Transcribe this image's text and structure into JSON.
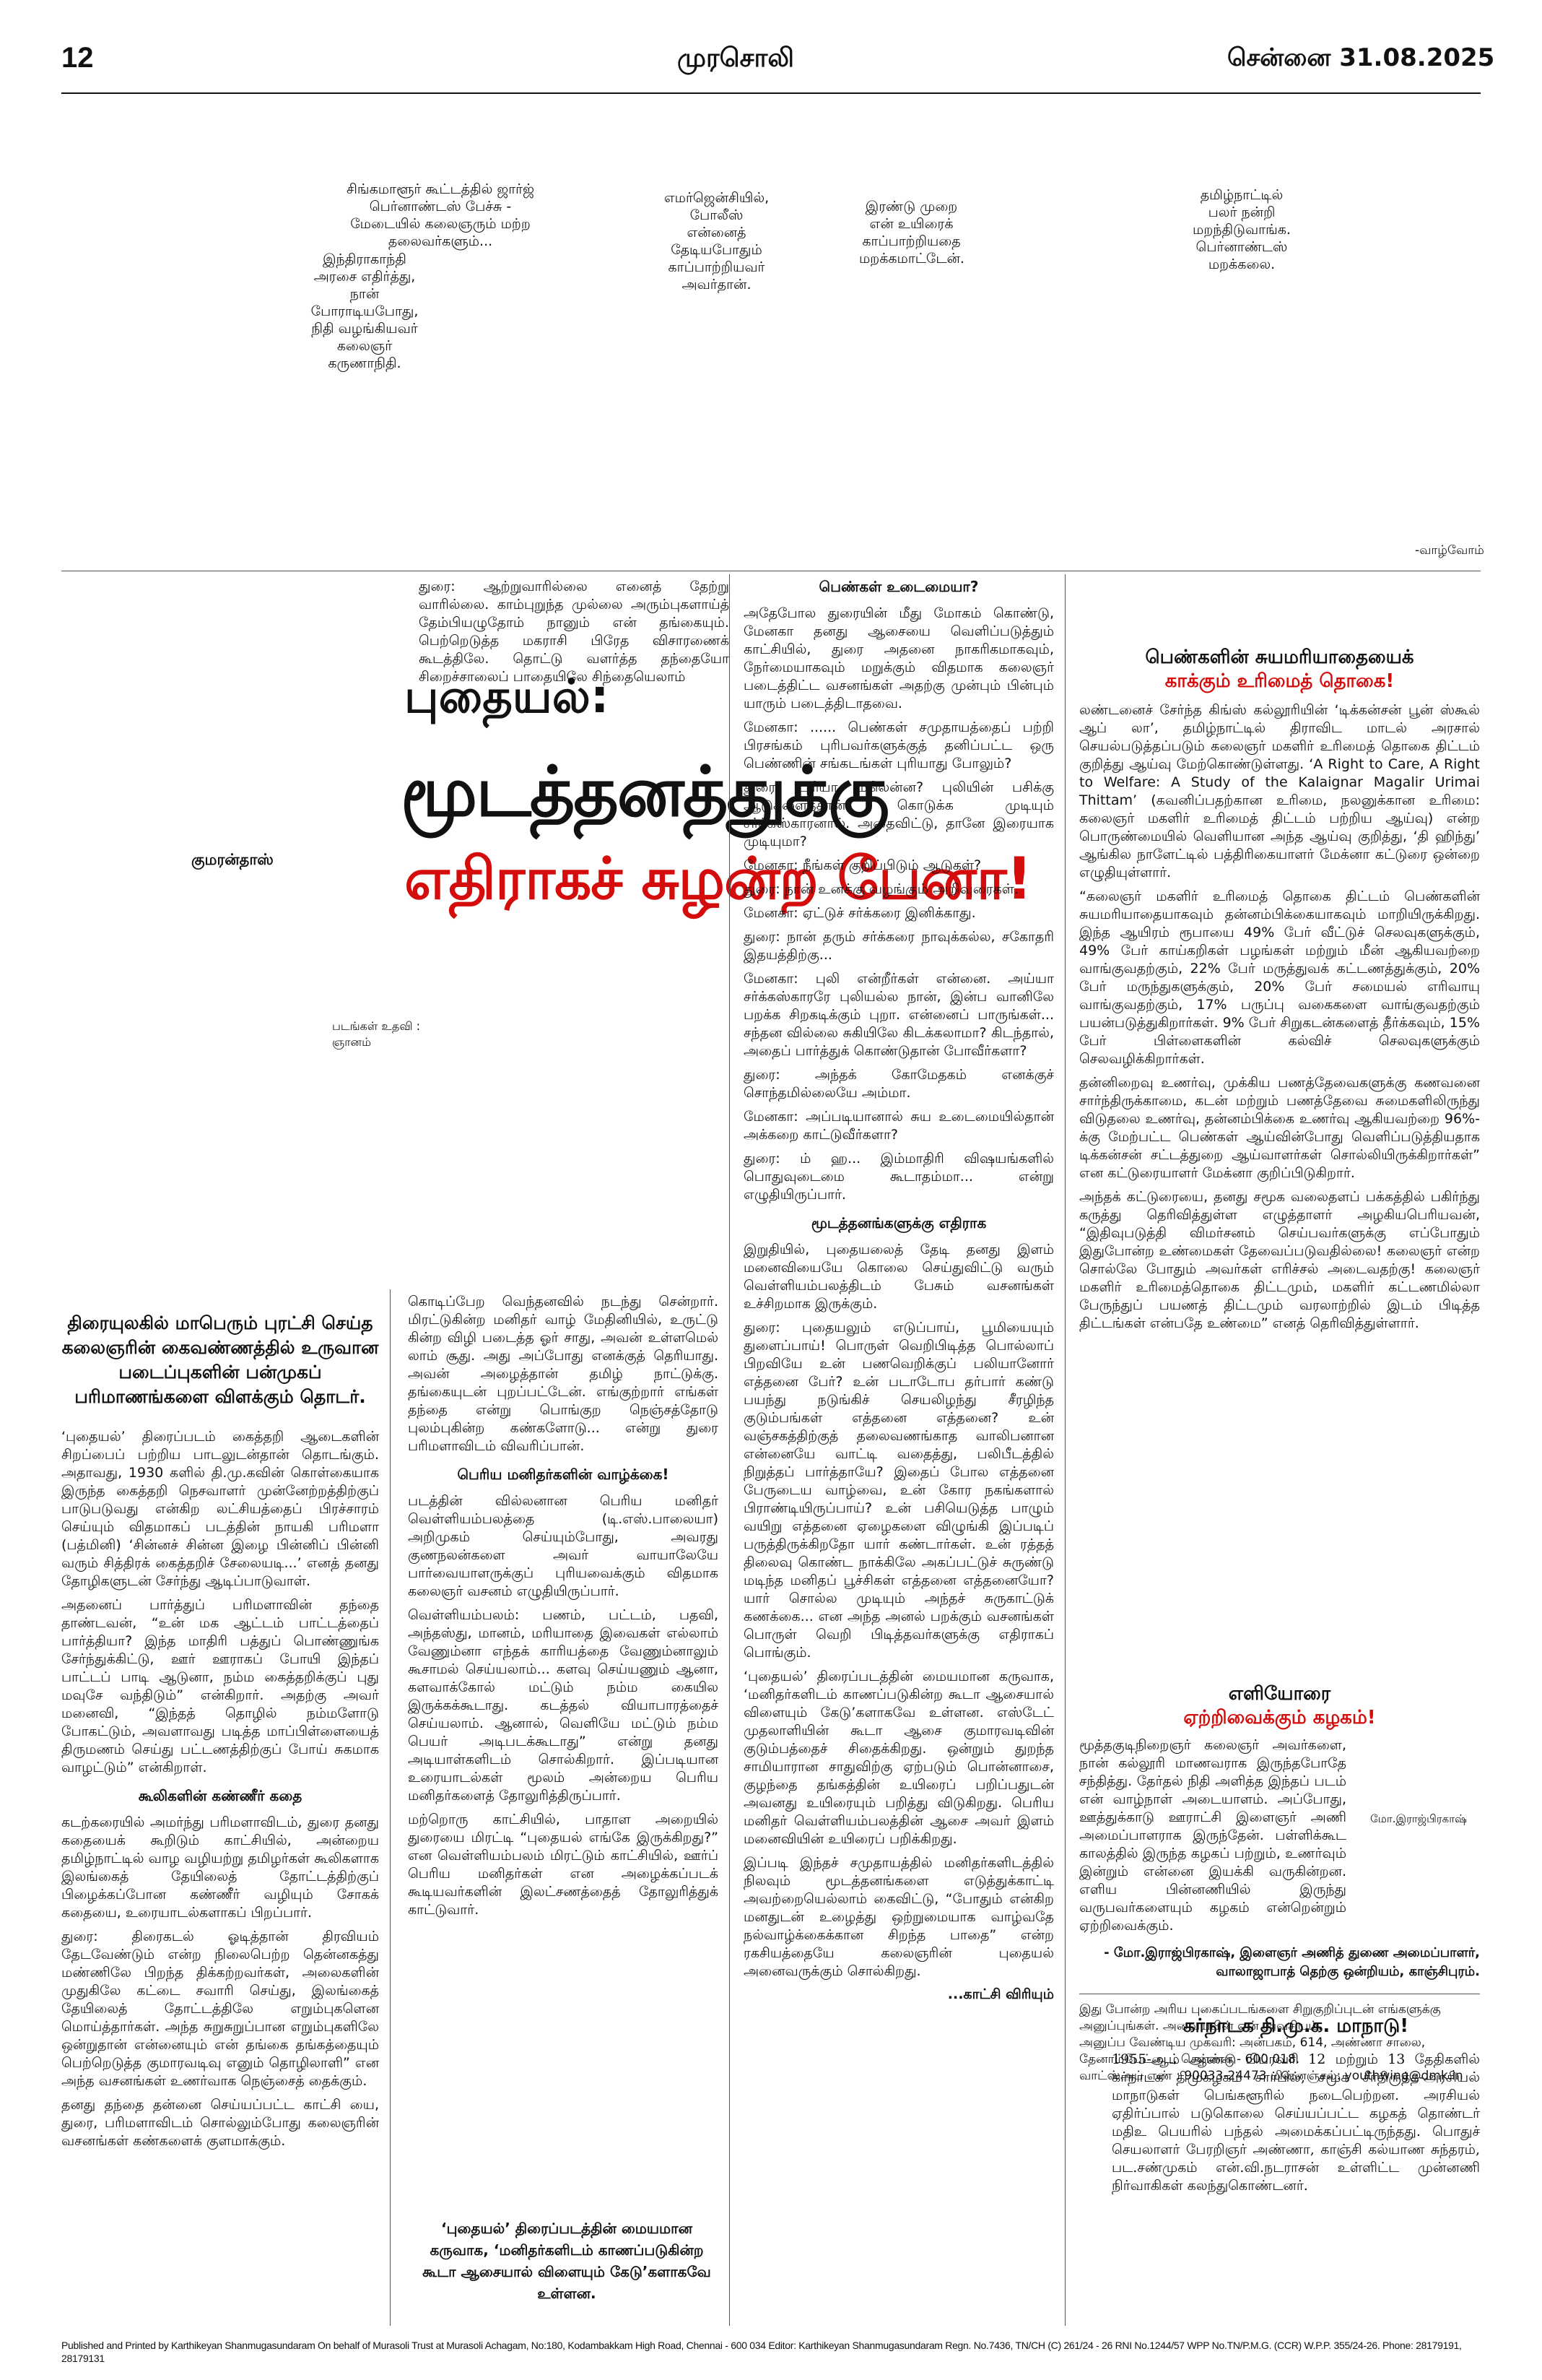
{
  "header": {
    "page": "12",
    "name": "முரசொலி",
    "date": "சென்னை 31.08.2025"
  },
  "top_captions": [
    "சிங்கமாளூர் கூட்டத்தில் ஜார்ஜ் பெர்னாண்டஸ் பேச்சு - மேடையில் கலைஞரும் மற்ற தலைவர்களும்...",
    "இந்திராகாந்தி அரசை எதிர்த்து, நான் போராடியபோது, நிதி வழங்கியவர் கலைஞர் கருணாநிதி.",
    "எமர்ஜென்சியில், போலீஸ் என்னைத் தேடியபோதும் காப்பாற்றியவர் அவர்தான்.",
    "இரண்டு முறை என் உயிரைக் காப்பாற்றியதை மறக்கமாட்டேன்.",
    "தமிழ்நாட்டில் பலர் நன்றி மறந்திடுவாங்க. பெர்னாண்டஸ் மறக்கலை."
  ],
  "vazhvom": "-வாழ்வோம்",
  "feature": {
    "intro": "துரை: ஆற்றுவாரில்லை எனைத் தேற்று வாரில்லை. காம்புறுந்த முல்லை அரும்புகளாய்த் தேம்பியழுதோம் நானும் என் தங்கையும். பெற்றெடுத்த மகராசி பிரேத விசாரணைக் கூடத்திலே. தொட்டு வளர்த்த தந்தையோ சிறைச்சாலைப் பாதையிலே சிந்தையெலாம்",
    "title_line1": "புதையல்:",
    "title_line2": "மூடத்தனத்துக்கு",
    "title_line3": "எதிராகச் சுழன்ற பேனா!",
    "author": "குமரன்தாஸ்",
    "photo_credit": "படங்கள் உதவி : ஞானம்"
  },
  "col_a": {
    "lead": "திரையுலகில் மாபெரும் புரட்சி செய்த கலைஞரின் கைவண்ணத்தில் உருவான படைப்புகளின் பன்முகப் பரிமாணங்களை விளக்கும் தொடர்.",
    "p1": "‘புதையல்’ திரைப்படம் கைத்தறி ஆடைகளின் சிறப்பைப் பற்றிய பாடலுடன்தான் தொடங்கும். அதாவது, 1930 களில் தி.மு.கவின் கொள்கையாக இருந்த கைத்தறி நெசவாளர் முன்னேற்றத்திற்குப் பாடுபடுவது என்கிற லட்சியத்தைப் பிரச்சாரம் செய்யும் விதமாகப் படத்தின் நாயகி பரிமளா (பத்மினி) ‘சின்னச் சின்ன இழை பின்னிப் பின்னி வரும் சித்திரக் கைத்தறிச் சேலையடி...’ எனத் தனது தோழிகளுடன் சேர்ந்து ஆடிப்பாடுவாள்.",
    "p2": "அதனைப் பார்த்துப் பரிமளாவின் தந்தை தாண்டவன், “உன் மக ஆட்டம் பாட்டத்தைப் பார்த்தியா? இந்த மாதிரி பத்துப் பொண்ணுங்க சேர்ந்துக்கிட்டு, ஊர் ஊராகப் போயி இந்தப் பாட்டப் பாடி ஆடுனா, நம்ம கைத்தறிக்குப் புது மவுசே வந்திடும்” என்கிறார். அதற்கு அவர் மனைவி, “இந்தத் தொழில் நம்மளோடு போகட்டும், அவளாவது படித்த மாப்பிள்ளையைத் திருமணம் செய்து பட்டணத்திற்குப் போய் சுகமாக வாழட்டும்” என்கிறாள்.",
    "sub1": "கூலிகளின் கண்ணீர் கதை",
    "p3": "கடற்கரையில் அமர்ந்து பரிமளாவிடம், துரை தனது கதையைக் கூறிடும் காட்சியில், அன்றைய தமிழ்நாட்டில் வாழ வழியற்று தமிழர்கள் கூலிகளாக இலங்கைத் தேயிலைத் தோட்டத்திற்குப் பிழைக்கப்போன கண்ணீர் வழியும் சோகக் கதையை, உரையாடல்களாகப் பிறப்பார்.",
    "p4": "துரை: திரைகடல் ஓடித்தான் திரவியம் தேடவேண்டும் என்ற நிலைபெற்ற தென்னகத்து மண்ணிலே பிறந்த திக்கற்றவர்கள், அலைகளின் முதுகிலே கட்டை சவாரி செய்து, இலங்கைத் தேயிலைத் தோட்டத்திலே எறும்புகளென மொய்த்தார்கள். அந்த சுறுசுறுப்பான எறும்புகளிலே ஒன்றுதான் என்னையும் என் தங்கை தங்கத்தையும் பெற்றெடுத்த குமாரவடிவு எனும் தொழிலாளி” என அந்த வசனங்கள் உணர்வாக நெஞ்சைத் தைக்கும்.",
    "p5": "தனது தந்தை தன்னை செய்யப்பட்ட காட்சி யை, துரை, பரிமளாவிடம் சொல்லும்போது கலைஞரின் வசனங்கள் கண்களைக் குளமாக்கும்."
  },
  "col_b": {
    "p1": "கொடிப்பேற வெந்தனவில் நடந்து சென்றார். மிரட்டுகின்ற மனிதர் வாழ் மேதினியில், உருட்டு கின்ற விழி படைத்த ஓர் சாது, அவன் உள்ளமெல் லாம் சூது. அது அப்போது எனக்குத் தெரியாது. அவன் அழைத்தான் தமிழ் நாட்டுக்கு. தங்கையுடன் புறப்பட்டேன். எங்குற்றார் எங்கள் தந்தை என்று பொங்குற நெஞ்சத்தோடு புலம்புகின்ற கண்களோடு... என்று துரை பரிமளாவிடம் விவரிப்பான்.",
    "sub1": "பெரிய மனிதர்களின் வாழ்க்கை!",
    "p2": "படத்தின் வில்லனான பெரிய மனிதர் வெள்ளியம்பலத்தை (டி.எஸ்.பாலையா) அறிமுகம் செய்யும்போது, அவரது குணநலன்களை அவர் வாயாலேயே பார்வையாளருக்குப் புரியவைக்கும் விதமாக கலைஞர் வசனம் எழுதியிருப்பார்.",
    "p3": "வெள்ளியம்பலம்: பணம், பட்டம், பதவி, அந்தஸ்து, மானம், மரியாதை இவைகள் எல்லாம் வேணும்னா எந்தக் காரியத்தை வேணும்னாலும் கூசாமல் செய்யலாம்... களவு செய்யணும் ஆனா, களவாக்கோல் மட்டும் நம்ம கையில இருக்கக்கூடாது. கடத்தல் வியாபாரத்தைச் செய்யலாம். ஆனால், வெளியே மட்டும் நம்ம பெயர் அடிபடக்கூடாது” என்று தனது அடியாள்களிடம் சொல்கிறார். இப்படியான உரையாடல்கள் மூலம் அன்றைய பெரிய மனிதர்களைத் தோலுரித்திருப்பார்.",
    "p4": "மற்றொரு காட்சியில், பாதாள அறையில் துரையை மிரட்டி “புதையல் எங்கே இருக்கிறது?” என வெள்ளியம்பலம் மிரட்டும் காட்சியில், ஊர்ப் பெரிய மனிதர்கள் என அழைக்கப்படக் கூடியவர்களின் இலட்சணத்தைத் தோலுரித்துக் காட்டுவார்.",
    "pull": "‘புதையல்’ திரைப்படத்தின் மையமான கருவாக, ‘மனிதர்களிடம் காணப்படுகின்ற கூடா ஆசையால் விளையும் கேடு’களாகவே உள்ளன."
  },
  "col_c": {
    "sub1": "பெண்கள் உடைமையா?",
    "p1": "அதேபோல துரையின் மீது மோகம் கொண்டு, மேனகா தனது ஆசையை வெளிப்படுத்தும் காட்சியில், துரை அதனை நாகரிகமாகவும், நேர்மையாகவும் மறுக்கும் விதமாக கலைஞர் படைத்திட்ட வசனங்கள் அதற்கு முன்பும் பின்பும் யாரும் படைத்திடாதவை.",
    "p2": "மேனகா: ...... பெண்கள் சமுதாயத்தைப் பற்றி பிரசங்கம் புரிபவர்களுக்குத் தனிப்பட்ட ஒரு பெண்ணின் சங்கடங்கள் புரியாது போலும்?",
    "p3": "துரை: புரியா மலென்ன? புலியின் பசிக்கு ஆடுகளைத்தான் கொடுக்க முடியும் சர்க்கஸ்காரனால். அதைவிட்டு, தானே இரையாக முடியுமா?",
    "p4": "மேனகா: நீங்கள் குறிப்பிடும் ஆடுகள்?",
    "p5": "துரை: நான் உனக்கு வழங்கும் அறிவுரைகள்.",
    "p6": "மேனகா: ஏட்டுச் சர்க்கரை இனிக்காது.",
    "p7": "துரை: நான் தரும் சர்க்கரை நாவுக்கல்ல, சகோதரி இதயத்திற்கு...",
    "p8": "மேனகா: புலி என்றீர்கள் என்னை. அய்யா சர்க்கஸ்காரரே புலியல்ல நான், இன்ப வானிலே பறக்க சிறகடிக்கும் புறா. என்னைப் பாருங்கள்... சந்தன வில்லை சுகியிலே கிடக்கலாமா? கிடந்தால், அதைப் பார்த்துக் கொண்டுதான் போவீர்களா?",
    "p9": "துரை: அந்தக் கோமேதகம் எனக்குச் சொந்தமில்லையே அம்மா.",
    "p10": "மேனகா: அப்படியானால் சுய உடைமையில்தான் அக்கறை காட்டுவீர்களா?",
    "p11": "துரை: ம் ஹ... இம்மாதிரி விஷயங்களில் பொதுவுடைமை கூடாதம்மா... என்று எழுதியிருப்பார்.",
    "sub2": "மூடத்தனங்களுக்கு எதிராக",
    "p12": "இறுதியில், புதையலைத் தேடி தனது இளம் மனைவியையே கொலை செய்துவிட்டு வரும் வெள்ளியம்பலத்திடம் பேசும் வசனங்கள் உச்சிறமாக இருக்கும்.",
    "p13": "துரை: புதையலும் எடுப்பாய், பூமியையும் துளைப்பாய்! பொருள் வெறிபிடித்த பொல்லாப் பிறவியே உன் பணவெறிக்குப் பலியானோர் எத்தனை பேர்? உன் படாடோப தர்பார் கண்டு பயந்து நடுங்கிச் செயலிழந்து சீரழிந்த குடும்பங்கள் எத்தனை எத்தனை? உன் வஞ்சகத்திற்குத் தலைவணங்காத வாலிபனான என்னையே வாட்டி வதைத்து, பலிபீடத்தில் நிறுத்தப் பார்த்தாயே? இதைப் போல எத்தனை பேருடைய வாழ்வை, உன் கோர நகங்களால் பிராண்டியிருப்பாய்? உன் பசியெடுத்த பாழும் வயிறு எத்தனை ஏழைகளை விழுங்கி இப்படிப் பருத்திருக்கிறதோ யார் கண்டார்கள். உன் ரத்தத் திலைவு கொண்ட நாக்கிலே அகப்பட்டுச் சுருண்டு மடிந்த மனிதப் பூச்சிகள் எத்தனை எத்தனையோ? யார் சொல்ல முடியும் அந்தச் சுருகாட்டுக் கணக்கை... என அந்த அனல் பறக்கும் வசனங்கள் பொருள் வெறி பிடித்தவர்களுக்கு எதிராகப் பொங்கும்.",
    "p14": "‘புதையல்’ திரைப்படத்தின் மையமான கருவாக, ‘மனிதர்களிடம் காணப்படுகின்ற கூடா ஆசையால் விளையும் கேடு’களாகவே உள்ளன. எஸ்டேட் முதலாளியின் கூடா ஆசை குமாரவடிவின் குடும்பத்தைச் சிதைக்கிறது. ஒன்றும் துறந்த சாமியாரான சாதுவிற்கு ஏற்படும் பொன்னாசை, குழந்தை தங்கத்தின் உயிரைப் பறிப்பதுடன் அவனது உயிரையும் பறித்து விடுகிறது. பெரிய மனிதர் வெள்ளியம்பலத்தின் ஆசை அவர் இளம் மனைவியின் உயிரைப் பறிக்கிறது.",
    "p15": "இப்படி இந்தச் சமுதாயத்தில் மனிதர்களிடத்தில் நிலவும் மூடத்தனங்களை எடுத்துக்காட்டி அவற்றையெல்லாம் கைவிட்டு, “போதும் என்கிற மனதுடன் உழைத்து ஒற்றுமையாக வாழ்வதே நல்வாழ்க்கைக்கான சிறந்த பாதை” என்ற ரகசியத்தையே கலைஞரின் புதையல் அனைவருக்கும் சொல்கிறது.",
    "cont": "...காட்சி விரியும்"
  },
  "box1": {
    "head1": "பெண்களின் சுயமரியாதையைக்",
    "head2": "காக்கும் உரிமைத் தொகை!",
    "p1": "லண்டனைச் சேர்ந்த கிங்ஸ் கல்லூரியின் ‘டிக்கன்சன் பூன் ஸ்கூல் ஆப் லா’, தமிழ்நாட்டில் திராவிட மாடல் அரசால் செயல்படுத்தப்படும் கலைஞர் மகளிர் உரிமைத் தொகை திட்டம் குறித்து ஆய்வு மேற்கொண்டுள்ளது. ‘A Right to Care, A Right to Welfare: A Study of the Kalaignar Magalir Urimai Thittam’ (கவனிப்பதற்கான உரிமை, நலனுக்கான உரிமை: கலைஞர் மகளிர் உரிமைத் திட்டம் பற்றிய ஆய்வு) என்ற பொருண்மையில் வெளியான அந்த ஆய்வு குறித்து, ‘தி ஹிந்து’ ஆங்கில நாளேட்டில் பத்திரிகையாளர் மேக்னா கட்டுரை ஒன்றை எழுதியுள்ளார்.",
    "p2": "“கலைஞர் மகளிர் உரிமைத் தொகை திட்டம் பெண்களின் சுயமரியாதையாகவும் தன்னம்பிக்கையாகவும் மாறியிருக்கிறது. இந்த ஆயிரம் ரூபாயை 49% பேர் வீட்டுச் செலவுகளுக்கும், 49% பேர் காய்கறிகள் பழங்கள் மற்றும் மீன் ஆகியவற்றை வாங்குவதற்கும், 22% பேர் மருத்துவக் கட்டணத்துக்கும், 20% பேர் மருந்துகளுக்கும், 20% பேர் சமையல் எரிவாயு வாங்குவதற்கும், 17% பருப்பு வகைகளை வாங்குவதற்கும் பயன்படுத்துகிறார்கள். 9% பேர் சிறுகடன்களைத் தீர்க்கவும், 15% பேர் பிள்ளைகளின் கல்விச் செலவுகளுக்கும் செலவழிக்கிறார்கள்.",
    "p3": "தன்னிறைவு உணர்வு, முக்கிய பணத்தேவைகளுக்கு கணவனை சார்ந்திருக்காமை, கடன் மற்றும் பணத்தேவை சுமைகளிலிருந்து விடுதலை உணர்வு, தன்னம்பிக்கை உணர்வு ஆகியவற்றை 96%-க்கு மேற்பட்ட பெண்கள் ஆய்வின்போது வெளிப்படுத்தியதாக டிக்கன்சன் சட்டத்துறை ஆய்வாளர்கள் சொல்லியிருக்கிறார்கள்” என கட்டுரையாளர் மேக்னா குறிப்பிடுகிறார்.",
    "p4": "அந்தக் கட்டுரையை, தனது சமூக வலைதளப் பக்கத்தில் பகிர்ந்து கருத்து தெரிவித்துள்ள எழுத்தாளர் அழகியபெரியவன், “இதிவுபடுத்தி விமர்சனம் செய்பவர்களுக்கு எப்போதும் இதுபோன்ற உண்மைகள் தேவைப்படுவதில்லை! கலைஞர் என்ற சொல்லே போதும் அவர்கள் எரிச்சல் அடைவதற்கு! கலைஞர் மகளிர் உரிமைத்தொகை திட்டமும், மகளிர் கட்டணமில்லா பேருந்துப் பயணத் திட்டமும் வரலாற்றில் இடம் பிடித்த திட்டங்கள் என்பதே உண்மை” எனத் தெரிவித்துள்ளார்."
  },
  "box2": {
    "head1": "எளியோரை",
    "head2": "ஏற்றிவைக்கும் கழகம்!",
    "p1": "மூத்தகுடிநிறைஞர் கலைஞர் அவர்களை, நான் கல்லூரி மாணவராக இருந்தபோதே சந்தித்து. தேர்தல் நிதி அளித்த இந்தப் படம் என் வாழ்நாள் அடையாளம். அப்போது, ஊத்துக்காடு ஊராட்சி இளைஞர் அணி அமைப்பாளராக இருந்தேன். பள்ளிக்கூட காலத்தில் இருந்த கழகப் பற்றும், உணர்வும் இன்றும் என்னை இயக்கி வருகின்றன. எளிய பின்னணியில் இருந்து வருபவர்களையும் கழகம் என்றென்றும் ஏற்றிவைக்கும்.",
    "photo_name": "மோ.இராஜ்பிரகாஷ்",
    "sign": "- மோ.இராஜ்பிரகாஷ், இளைஞர் அணித் துணை அமைப்பாளர், வாலாஜாபாத் தெற்கு ஒன்றியம், காஞ்சிபுரம்.",
    "appeal1": "இது போன்ற அரிய புகைப்படங்களை சிறுகுறிப்புடன் எங்களுக்கு அனுப்புங்கள். அவையபின் ஏன் அவசியம்.",
    "appeal2": "அனுப்ப வேண்டிய முகவரி: அன்பகம், 614, அண்ணா சாலை, தேனாம்பேட்டை, சென்னை - 600 018.",
    "appeal3": "வாட்ஸ்அப் எண் : 90033-24473 மின்னஞ்சல்: youthwing@dmk.in"
  },
  "box3": {
    "head": "கர்நாடக தி.மு.க. மாநாடு!",
    "p1": "1955-ஆம் ஆண்டு பிப்ரவரி 12 மற்றும் 13 தேதிகளில் கர்நாடக திமுகழகம் சார்பில், சமூக சீர்திருத்த-அரசியல் மாநாடுகள் பெங்களூரில் நடைபெற்றன. அரசியல் ஏதிர்ப்பால் படுகொலை செய்யப்பட்ட கழகத் தொண்டர் மதிஉ பெயரில் பந்தல் அமைக்கப்பட்டிருந்தது. பொதுச் செயலாளர் பேரறிஞர் அண்ணா, காஞ்சி கல்யாண சுந்தரம், பட.சண்முகம் என்.வி.நடராசன் உள்ளிட்ட முன்னணி நிர்வாகிகள் கலந்துகொண்டனர்."
  },
  "footer": "Published and Printed by Karthikeyan Shanmugasundaram On behalf of Murasoli Trust at Murasoli Achagam, No:180, Kodambakkam High Road, Chennai - 600 034 Editor: Karthikeyan Shanmugasundaram Regn. No.7436, TN/CH (C) 261/24 - 26 RNI No.1244/57 WPP No.TN/P.M.G. (CCR) W.P.P. 355/24-26. Phone: 28179191, 28179131"
}
